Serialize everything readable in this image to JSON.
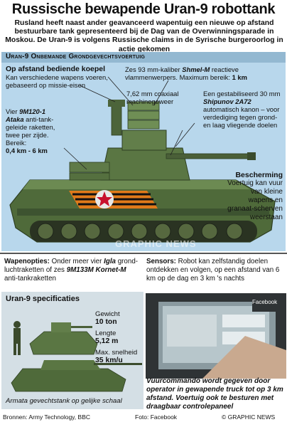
{
  "title": "Russische bewapende Uran-9 robottank",
  "intro": "Rusland heeft naast ander geavanceerd wapentuig een nieuwe op afstand bestuurbare tank gepresenteerd bij de Dag van de Overwinningsparade in Moskou. De Uran-9 is volgens Russische claims in de Syrische burgeroorlog in actie gekomen",
  "panel": {
    "heading": "Uran-9 Onbemande Grondgevechtsvoertuig",
    "turret_title": "Op afstand bediende koepel",
    "turret_text": "Kan verschiedene wapens voeren, gebaseerd op missie-eisen",
    "shmel_text": "Zes 93 mm-kaliber ",
    "shmel_name": "Shmel-M",
    "shmel_text2": " reactieve vlammenwerpers. Maximum bereik: ",
    "shmel_range": "1 km",
    "mg_text": "7,62 mm coaxiaal machinegeweer",
    "cannon_text1": "Een gestabiliseerd 30 mm ",
    "cannon_name": "Shipunov 2A72",
    "cannon_text2": " automatisch kanon – voor verdediging tegen grond- en laag vliegende doelen",
    "ataka_pre": "Vier ",
    "ataka_name": "9M120-1 Ataka",
    "ataka_text": " anti-tank-geleide raketten, twee per zijde. Bereik:",
    "ataka_range": "0,4 km - 6 km",
    "protection_title": "Bescherming",
    "protection_text": "Voertuig kan vuur van kleine wapens en granaat-scherven weerstaan",
    "watermark": "GRAPHIC NEWS"
  },
  "weapons": {
    "title": "Wapenopties:",
    "text1": " Onder meer vier ",
    "igla": "Igla",
    "text2": " grond-luchtraketten of zes ",
    "kornet": "9M133M Kornet-M",
    "text3": " anti-tankraketten"
  },
  "sensors": {
    "title": "Sensors:",
    "text": " Robot kan zelfstandig doelen ontdekken en volgen, op een afstand van 6 km op de dag en 3 km 's nachts"
  },
  "specs": {
    "title": "Uran-9 specificaties",
    "weight_label": "Gewicht",
    "weight_value": "10 ton",
    "length_label": "Lengte",
    "length_value": "5,12 m",
    "speed_label": "Max. snelheid",
    "speed_value": "35 km/u",
    "armata_caption": "Armata gevechtstank op gelijke schaal"
  },
  "photo": {
    "facebook_label": "Facebook",
    "caption": "Vuurcommando wordt gegeven door operator in gewapende truck tot op 3 km afstand. Voertuig ook te besturen met draagbaar controlepaneel"
  },
  "footer": {
    "sources": "Bronnen: Army Technology, BBC",
    "photo_credit": "Foto: Facebook",
    "brand": "© GRAPHIC NEWS"
  },
  "colors": {
    "panel_bg": "#b8d7ec",
    "tank_green": "#4f6a3a",
    "spec_bg": "#d4dfe5"
  }
}
